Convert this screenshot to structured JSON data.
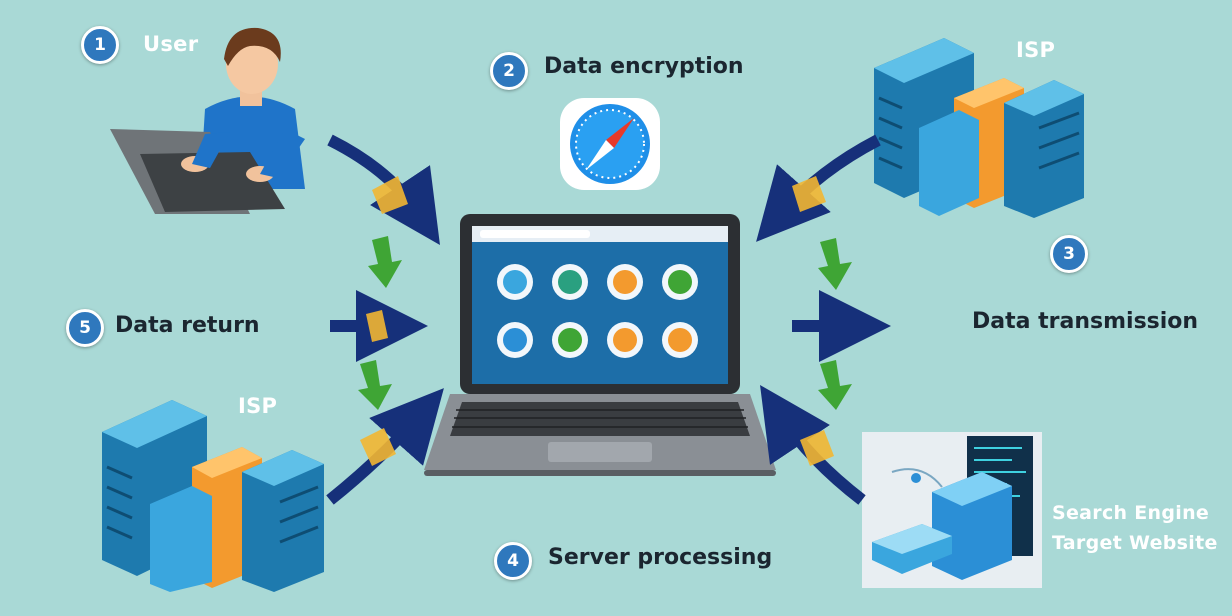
{
  "steps": {
    "user": {
      "number": "1",
      "label": "User"
    },
    "encryption": {
      "number": "2",
      "label": "Data encryption"
    },
    "transmission": {
      "number": "3",
      "label": "Data transmission"
    },
    "processing": {
      "number": "4",
      "label": "Server processing"
    },
    "return": {
      "number": "5",
      "label": "Data return"
    }
  },
  "nodes": {
    "isp_top": "ISP",
    "isp_bottom": "ISP",
    "target_line1": "Search Engine",
    "target_line2": "Target Website"
  },
  "colors": {
    "background": "#a9d9d6",
    "badge": "#2f78bd",
    "arrow_navy": "#16307a",
    "arrow_gold": "#f2b632",
    "arrow_green": "#3fa535",
    "server_blue": "#2b8fc4",
    "server_orange": "#f39a2e"
  }
}
